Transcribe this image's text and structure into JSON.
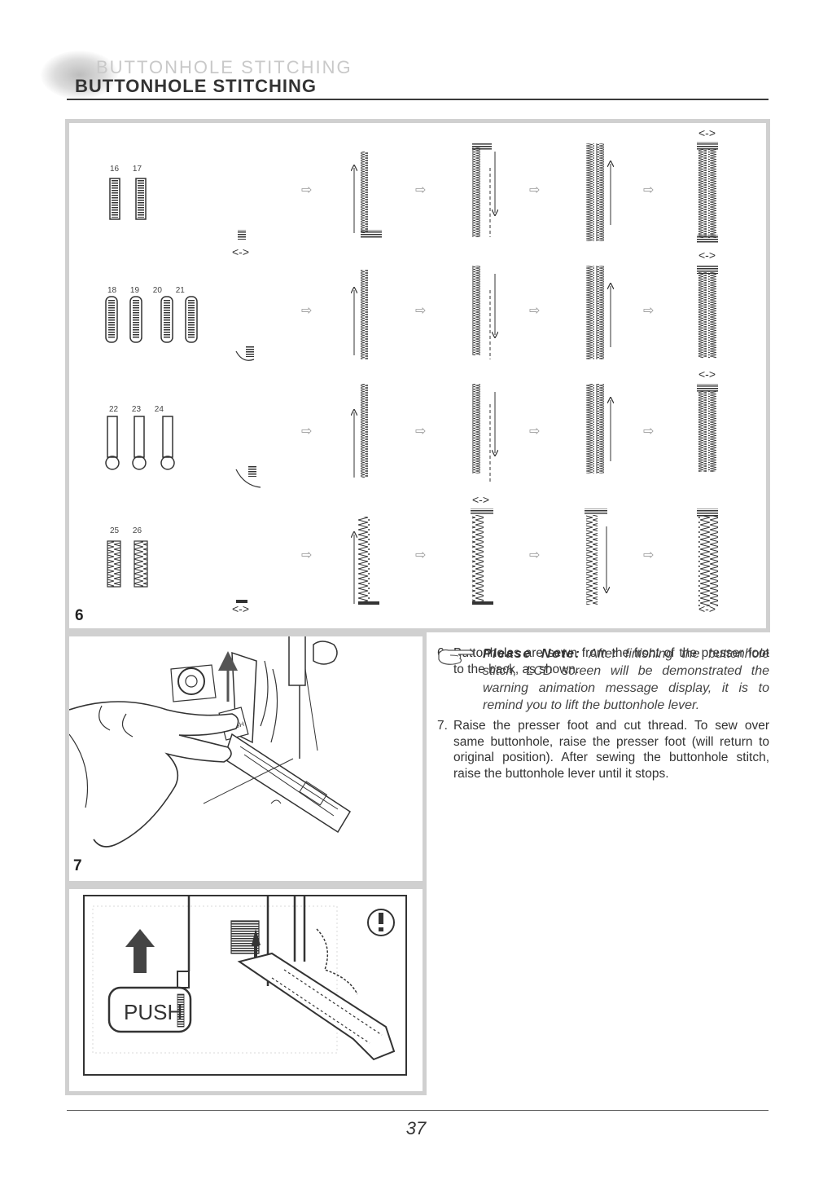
{
  "header": {
    "title": "BUTTONHOLE STITCHING"
  },
  "figure6": {
    "label": "6",
    "rows": [
      {
        "numbers": "16 17"
      },
      {
        "numbers": "18 19 20 21"
      },
      {
        "numbers": "22 23 24"
      },
      {
        "numbers": "25 26"
      }
    ]
  },
  "figure7": {
    "label": "7",
    "push_label": "PUSH"
  },
  "lcd": {
    "push_label": "PUSH"
  },
  "instructions": [
    {
      "number": "6.",
      "text": "Buttonholes are sewn from the front of the presser foot to the back, as shown."
    },
    {
      "number": "7.",
      "text": "Raise the presser foot and cut thread. To sew over same buttonhole, raise the presser foot (will return to original position). After sewing the buttonhole stitch, raise the buttonhole lever until it stops."
    }
  ],
  "note": {
    "lead": "Please Note:",
    "text": "After finishing the buttonhole stitch, LCD screen will be demonstrated the warning animation message display, it is to remind you to lift the buttonhole lever."
  },
  "page_number": "37"
}
